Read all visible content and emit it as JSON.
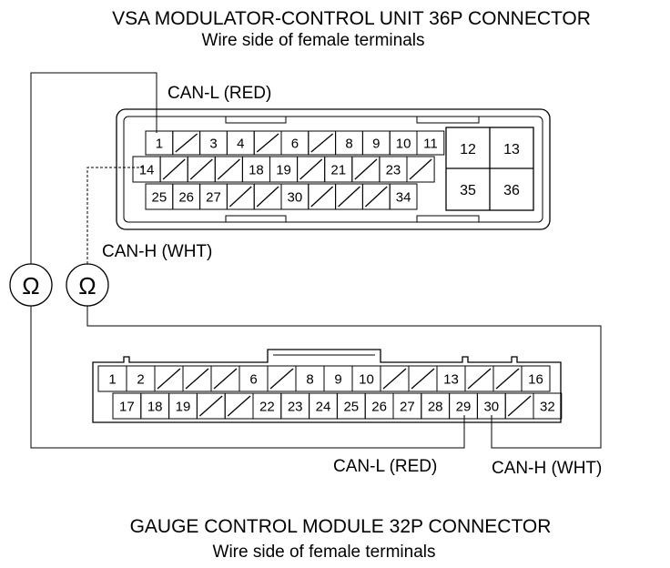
{
  "diagram": {
    "vsa": {
      "title": "VSA MODULATOR-CONTROL UNIT 36P CONNECTOR",
      "subtitle": "Wire side of female terminals",
      "can_l_label": "CAN-L (RED)",
      "can_h_label": "CAN-H (WHT)",
      "rows": [
        [
          "1",
          "/",
          "3",
          "4",
          "/",
          "6",
          "/",
          "8",
          "9",
          "10",
          "11"
        ],
        [
          "14",
          "/",
          "/",
          "/",
          "18",
          "19",
          "/",
          "21",
          "/",
          "23",
          "/"
        ],
        [
          "25",
          "26",
          "27",
          "/",
          "/",
          "30",
          "/",
          "/",
          "/",
          "34"
        ]
      ],
      "block": [
        "12",
        "13",
        "35",
        "36"
      ]
    },
    "gauge": {
      "title": "GAUGE CONTROL MODULE 32P CONNECTOR",
      "subtitle": "Wire side of female terminals",
      "can_l_label": "CAN-L (RED)",
      "can_h_label": "CAN-H (WHT)",
      "rows": [
        [
          "1",
          "2",
          "/",
          "/",
          "/",
          "6",
          "/",
          "8",
          "9",
          "10",
          "/",
          "/",
          "13",
          "/",
          "/",
          "16"
        ],
        [
          "17",
          "18",
          "19",
          "/",
          "/",
          "22",
          "23",
          "24",
          "25",
          "26",
          "27",
          "28",
          "29",
          "30",
          "/",
          "32"
        ]
      ]
    },
    "meters": [
      "Ω",
      "Ω"
    ]
  }
}
